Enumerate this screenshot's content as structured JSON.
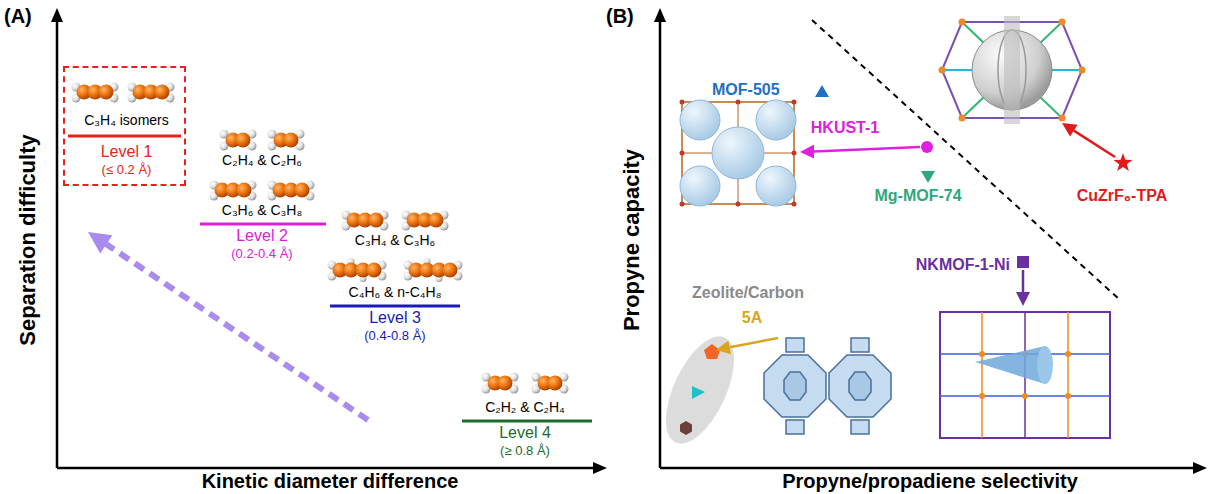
{
  "diagram": {
    "nodes": [
      {
        "text": [
          "C₃H₄ isomers",
          "Level 1",
          "(≤ 0.2 Å)"
        ]
      }
    ],
    "labels": [
      "(A)",
      "Separation difficulty",
      "C₂H₄ & C₂H₆",
      "C₃H₆ & C₃H₈",
      "Level 2",
      "(0.2-0.4 Å)",
      "C₃H₄ & C₃H₆",
      "C₄H₆ & n-C₄H₈",
      "Level 3",
      "(0.4-0.8 Å)",
      "C₂H₂ & C₂H₄",
      "Level 4",
      "(≥ 0.8 Å)",
      "Kinetic diameter difference",
      "(B)",
      "Propyne capacity",
      "MOF-505",
      "HKUST-1",
      "Mg-MOF-74",
      "CuZrF₆-TPA",
      "NKMOF-1-Ni",
      "Zeolite/Carbon",
      "5A",
      "Propyne/propadiene selectivity"
    ]
  }
}
